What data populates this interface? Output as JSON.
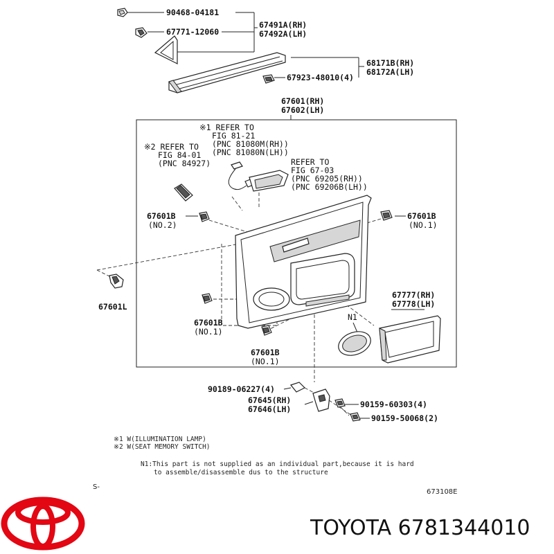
{
  "callouts": {
    "c1": "90468-04181",
    "c2": "67771-12060",
    "c3a": "67491A(RH)",
    "c3b": "67492A(LH)",
    "c4a": "68171B(RH)",
    "c4b": "68172A(LH)",
    "c5": "67923-48010(4)",
    "c6a": "67601(RH)",
    "c6b": "67602(LH)",
    "ref1": [
      "※1 REFER TO",
      "FIG 81-21",
      "(PNC 81080M(RH))",
      "(PNC 81080N(LH))"
    ],
    "ref2": [
      "※2 REFER TO",
      "FIG 84-01",
      "(PNC 84927)"
    ],
    "ref3": [
      "REFER TO",
      "FIG 67-03",
      "(PNC 69205(RH))",
      "(PNC 69206B(LH))"
    ],
    "c7": "67601B",
    "c7n": "(NO.2)",
    "c8": "67601B",
    "c8n": "(NO.1)",
    "c9": "67601L",
    "c10a": "67777(RH)",
    "c10b": "67778(LH)",
    "c11": "67601B",
    "c11n": "(NO.1)",
    "c12": "N1",
    "c13": "67601B",
    "c13n": "(NO.1)",
    "c14": "90189-06227(4)",
    "c15a": "67645(RH)",
    "c15b": "67646(LH)",
    "c16": "90159-60303(4)",
    "c17": "90159-50068(2)"
  },
  "notes": {
    "n1": "※1 W(ILLUMINATION LAMP)",
    "n2": "※2 W(SEAT MEMORY SWITCH)",
    "n3": "N1:This part is not supplied as an individual part,because it is hard",
    "n4": "to assemble/disassemble dus to the structure"
  },
  "footer": {
    "left_code": "S-",
    "fig_code": "673108E",
    "brand_text": "TOYOTA 6781344010"
  },
  "colors": {
    "logo": "#e30613",
    "ink": "#111111"
  },
  "icons": {
    "logo": "toyota-logo-icon"
  }
}
